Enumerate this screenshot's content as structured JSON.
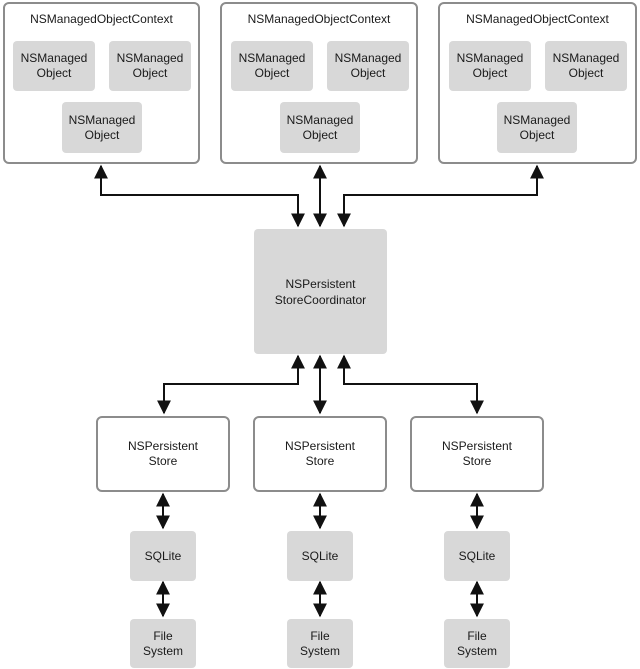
{
  "contexts": [
    {
      "title": "NSManagedObjectContext",
      "objects": [
        "NSManaged\nObject",
        "NSManaged\nObject",
        "NSManaged\nObject"
      ]
    },
    {
      "title": "NSManagedObjectContext",
      "objects": [
        "NSManaged\nObject",
        "NSManaged\nObject",
        "NSManaged\nObject"
      ]
    },
    {
      "title": "NSManagedObjectContext",
      "objects": [
        "NSManaged\nObject",
        "NSManaged\nObject",
        "NSManaged\nObject"
      ]
    }
  ],
  "coordinator": {
    "label": "NSPersistent\nStoreCoordinator"
  },
  "stores": [
    {
      "label": "NSPersistent\nStore",
      "backend": "SQLite",
      "storage": "File\nSystem"
    },
    {
      "label": "NSPersistent\nStore",
      "backend": "SQLite",
      "storage": "File\nSystem"
    },
    {
      "label": "NSPersistent\nStore",
      "backend": "SQLite",
      "storage": "File\nSystem"
    }
  ]
}
